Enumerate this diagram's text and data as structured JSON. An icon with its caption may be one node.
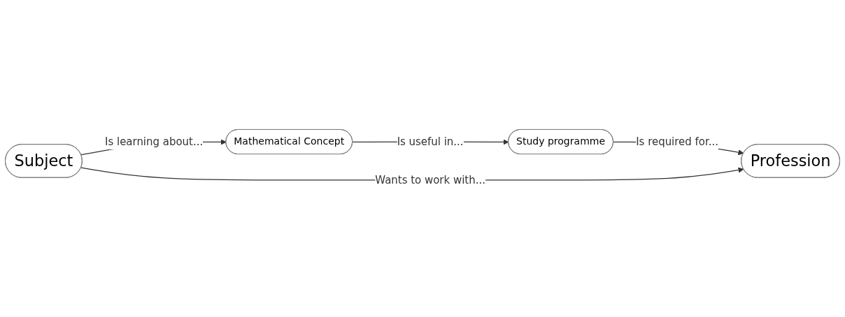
{
  "diagram": {
    "nodes": [
      {
        "text": [
          "Mathematical Concept"
        ]
      },
      {
        "text": [
          "Study programme"
        ]
      },
      {
        "text": [
          "Subject"
        ]
      },
      {
        "text": [
          "Profession"
        ]
      }
    ],
    "edges": [
      {
        "from": 2,
        "to": 0,
        "arrow": "to",
        "label": "Is learning about..."
      },
      {
        "from": 0,
        "to": 1,
        "arrow": "to",
        "label": "Is useful in..."
      },
      {
        "from": 1,
        "to": 3,
        "arrow": "to",
        "label": "Is required for..."
      },
      {
        "from": 2,
        "to": 3,
        "arrow": "to",
        "label": "Wants to work with..."
      }
    ]
  }
}
